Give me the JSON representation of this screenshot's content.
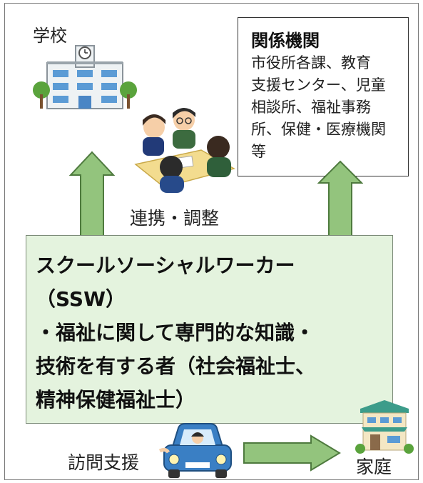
{
  "school": {
    "label": "学校",
    "icon": "school-building-icon"
  },
  "agencies": {
    "title": "関係機関",
    "lines": [
      "市役所各課、教育",
      "支援センター、児童",
      "相談所、福祉事務",
      "所、保健・医療機関",
      "等"
    ]
  },
  "coordination_label": "連携・調整",
  "ssw": {
    "lines": [
      "スクールソーシャルワーカー",
      "（SSW）",
      "・福祉に関して専門的な知識・",
      "技術を有する者（社会福祉士、",
      "精神保健福祉士）"
    ]
  },
  "visit_label": "訪問支援",
  "home_label": "家庭",
  "colors": {
    "arrow_fill": "#93c47d",
    "arrow_stroke": "#4e7a3e",
    "box_fill": "#e4f3de"
  }
}
